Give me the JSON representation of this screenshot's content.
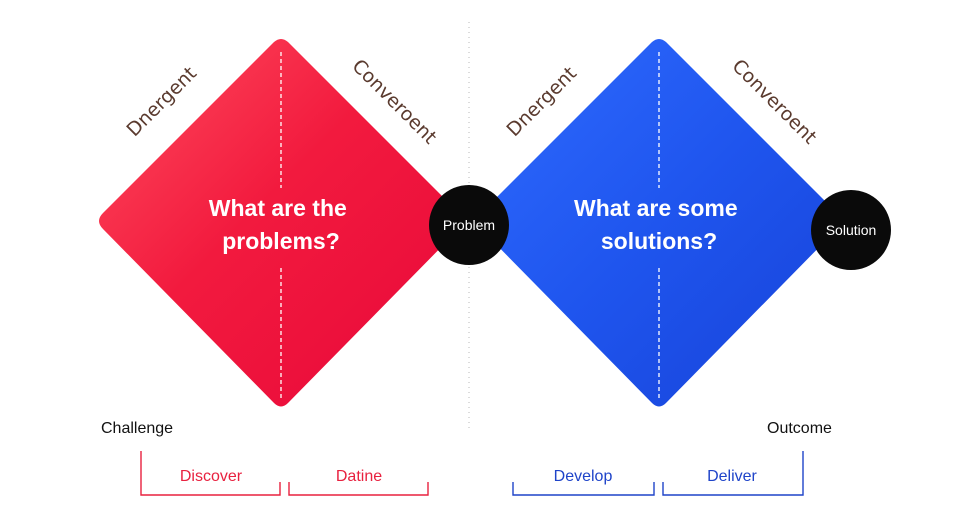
{
  "colors": {
    "red_light": "#ff4d5e",
    "red_mid": "#f21a3e",
    "red_dark": "#e8083a",
    "blue_light": "#2f6bff",
    "blue_mid": "#1f55ee",
    "blue_dark": "#1742d8",
    "red_label": "#e8213f",
    "blue_label": "#1f44c9",
    "circle": "#0a0a0a",
    "side_text": "#5a3a2e"
  },
  "diamond_left": {
    "question_line1": "What are the",
    "question_line2": "problems?",
    "divergent_label": "Dnergent",
    "convergent_label": "Converoent"
  },
  "diamond_right": {
    "question_line1": "What are some",
    "question_line2": "solutions?",
    "divergent_label": "Dnergent",
    "convergent_label": "Converoent"
  },
  "nodes": {
    "problem": "Problem",
    "solution": "Solution"
  },
  "labels": {
    "challenge": "Challenge",
    "outcome": "Outcome"
  },
  "phases": {
    "discover": "Discover",
    "define": "Datine",
    "develop": "Develop",
    "deliver": "Deliver"
  }
}
